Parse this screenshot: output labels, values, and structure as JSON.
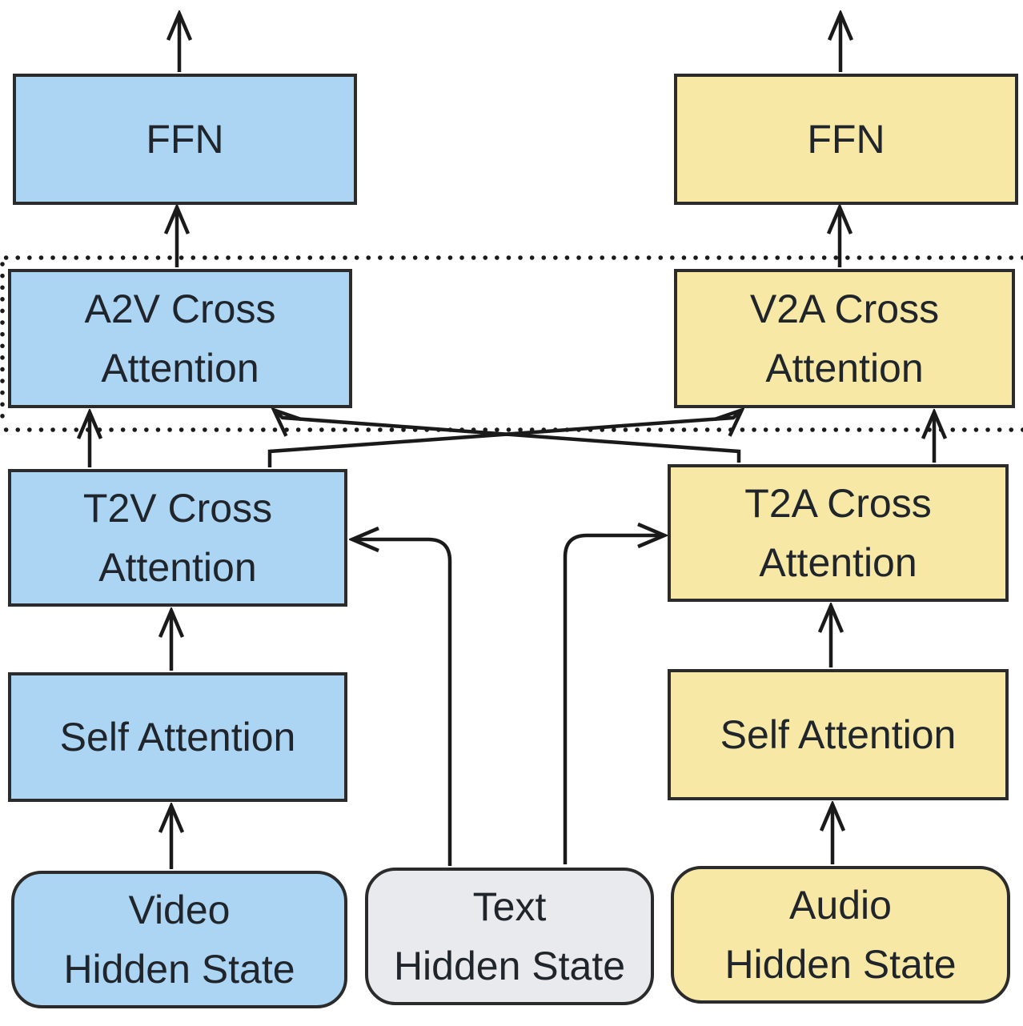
{
  "figure": {
    "type": "architecture-diagram",
    "description_nodes": "dual-stream transformer block with video, audio and text streams"
  },
  "colors": {
    "video_fill": "#acd5f4",
    "audio_fill": "#f7e9a5",
    "text_fill": "#e8eaed",
    "border": "#2b2b2b",
    "arrow": "#1a1a1a",
    "label": "#20252b"
  },
  "columns": {
    "video": {
      "ffn": "FFN",
      "cross_modal": "A2V Cross\nAttention",
      "cross_text": "T2V Cross\nAttention",
      "self_attention": "Self Attention",
      "hidden_state": "Video\nHidden State"
    },
    "audio": {
      "ffn": "FFN",
      "cross_modal": "V2A Cross\nAttention",
      "cross_text": "T2A Cross\nAttention",
      "self_attention": "Self Attention",
      "hidden_state": "Audio\nHidden State"
    },
    "text": {
      "hidden_state": "Text\nHidden State"
    }
  },
  "edges": [
    {
      "from": "video_hidden_state",
      "to": "video_self_attention"
    },
    {
      "from": "video_self_attention",
      "to": "t2v_cross_attention"
    },
    {
      "from": "t2v_cross_attention",
      "to": "a2v_cross_attention"
    },
    {
      "from": "t2v_cross_attention",
      "to": "v2a_cross_attention"
    },
    {
      "from": "a2v_cross_attention",
      "to": "video_ffn"
    },
    {
      "from": "video_ffn",
      "to": "video_output"
    },
    {
      "from": "text_hidden_state",
      "to": "t2v_cross_attention"
    },
    {
      "from": "text_hidden_state",
      "to": "t2a_cross_attention"
    },
    {
      "from": "audio_hidden_state",
      "to": "audio_self_attention"
    },
    {
      "from": "audio_self_attention",
      "to": "t2a_cross_attention"
    },
    {
      "from": "t2a_cross_attention",
      "to": "v2a_cross_attention"
    },
    {
      "from": "t2a_cross_attention",
      "to": "a2v_cross_attention"
    },
    {
      "from": "v2a_cross_attention",
      "to": "audio_ffn"
    },
    {
      "from": "audio_ffn",
      "to": "audio_output"
    }
  ]
}
